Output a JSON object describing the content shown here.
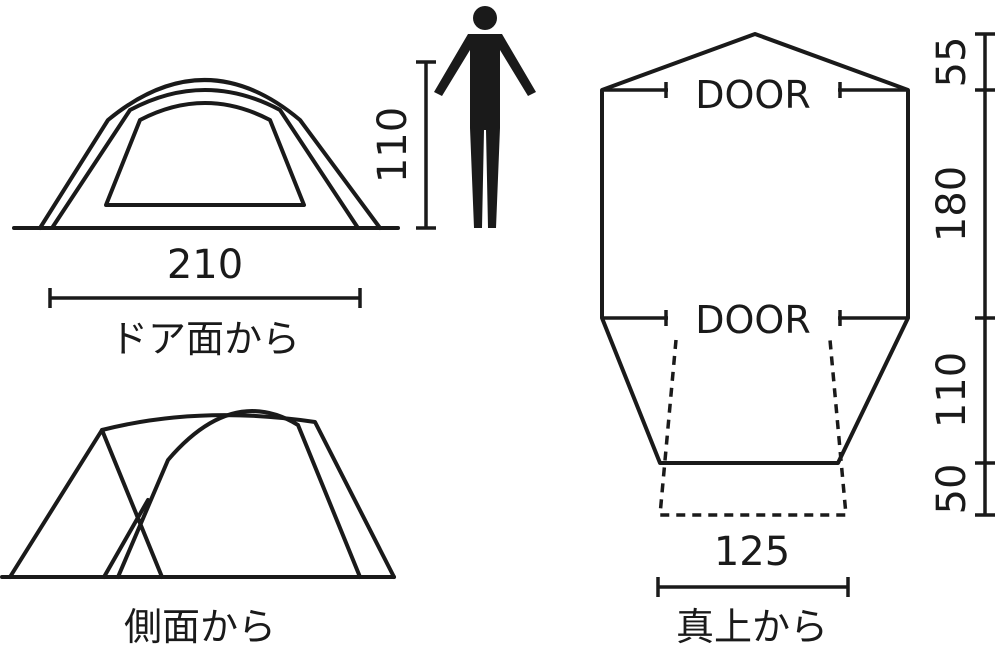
{
  "front_view": {
    "width": "210",
    "height": "110",
    "caption": "ドア面から"
  },
  "side_view": {
    "caption": "側面から"
  },
  "top_view": {
    "door_top": "DOOR",
    "door_bottom": "DOOR",
    "width": "125",
    "dim_1": "55",
    "dim_2": "180",
    "dim_3": "110",
    "dim_4": "50",
    "caption": "真上から"
  }
}
